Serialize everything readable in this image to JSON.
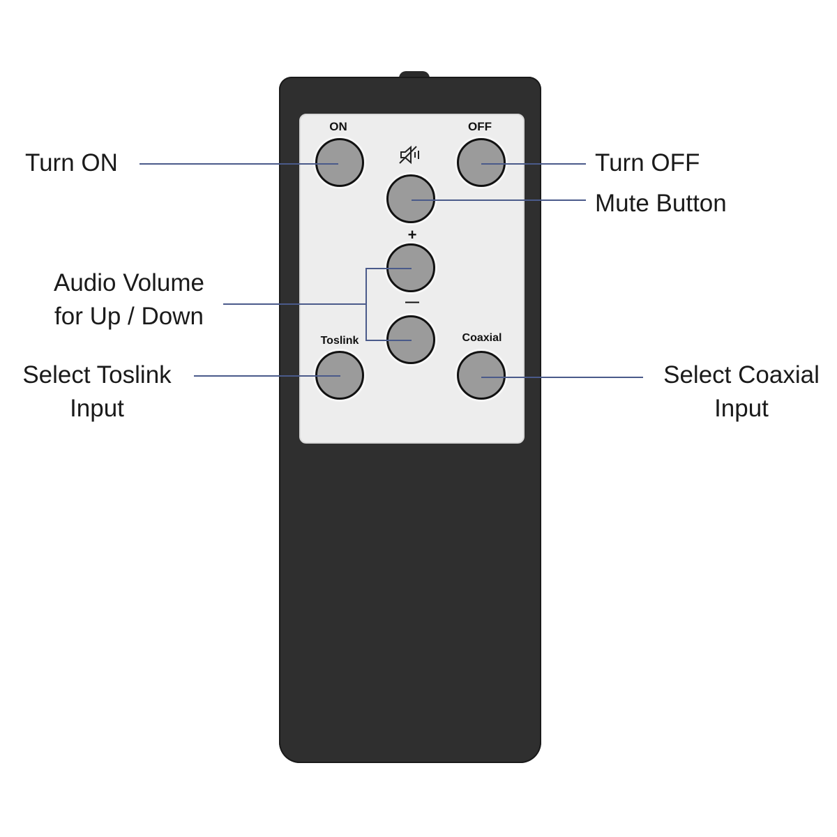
{
  "remote": {
    "buttons": [
      {
        "id": "on",
        "label": "ON"
      },
      {
        "id": "off",
        "label": "OFF"
      },
      {
        "id": "mute",
        "label": "",
        "icon": "mute-speaker-icon"
      },
      {
        "id": "vol-up",
        "label": "+"
      },
      {
        "id": "vol-down",
        "label": "—"
      },
      {
        "id": "toslink",
        "label": "Toslink"
      },
      {
        "id": "coaxial",
        "label": "Coaxial"
      }
    ]
  },
  "callouts": {
    "turn_on": "Turn ON",
    "turn_off": "Turn OFF",
    "mute": "Mute Button",
    "volume_line1": "Audio Volume",
    "volume_line2": "for Up / Down",
    "toslink_line1": "Select Toslink",
    "toslink_line2": "Input",
    "coaxial_line1": "Select Coaxial",
    "coaxial_line2": "Input"
  },
  "colors": {
    "remote_body": "#2f2f2f",
    "panel": "#ededed",
    "button": "#9b9b9b",
    "leader_line": "#4a5a8a"
  }
}
